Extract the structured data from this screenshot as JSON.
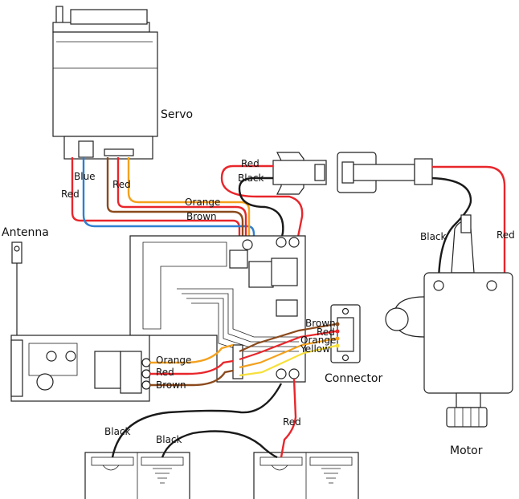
{
  "components": {
    "servo": "Servo",
    "antenna": "Antenna",
    "connector": "Connector",
    "motor": "Motor"
  },
  "wire_labels": {
    "servo_blue": "Blue",
    "servo_red_left": "Red",
    "servo_red_right": "Red",
    "servo_orange": "Orange",
    "servo_brown": "Brown",
    "plug_red": "Red",
    "plug_black": "Black",
    "motor_black": "Black",
    "motor_red": "Red",
    "receiver_orange": "Orange",
    "receiver_red": "Red",
    "receiver_brown": "Brown",
    "conn_brown": "Brown",
    "conn_red": "Red",
    "conn_orange": "Orange",
    "conn_yellow": "Yellow",
    "battery_black_1": "Black",
    "battery_black_2": "Black",
    "battery_red": "Red"
  },
  "colors": {
    "red": "#e8262b",
    "black": "#1a1a1a",
    "blue": "#2f7fd0",
    "orange": "#f4a11e",
    "brown": "#8b4a1c",
    "yellow": "#f7e03c"
  }
}
